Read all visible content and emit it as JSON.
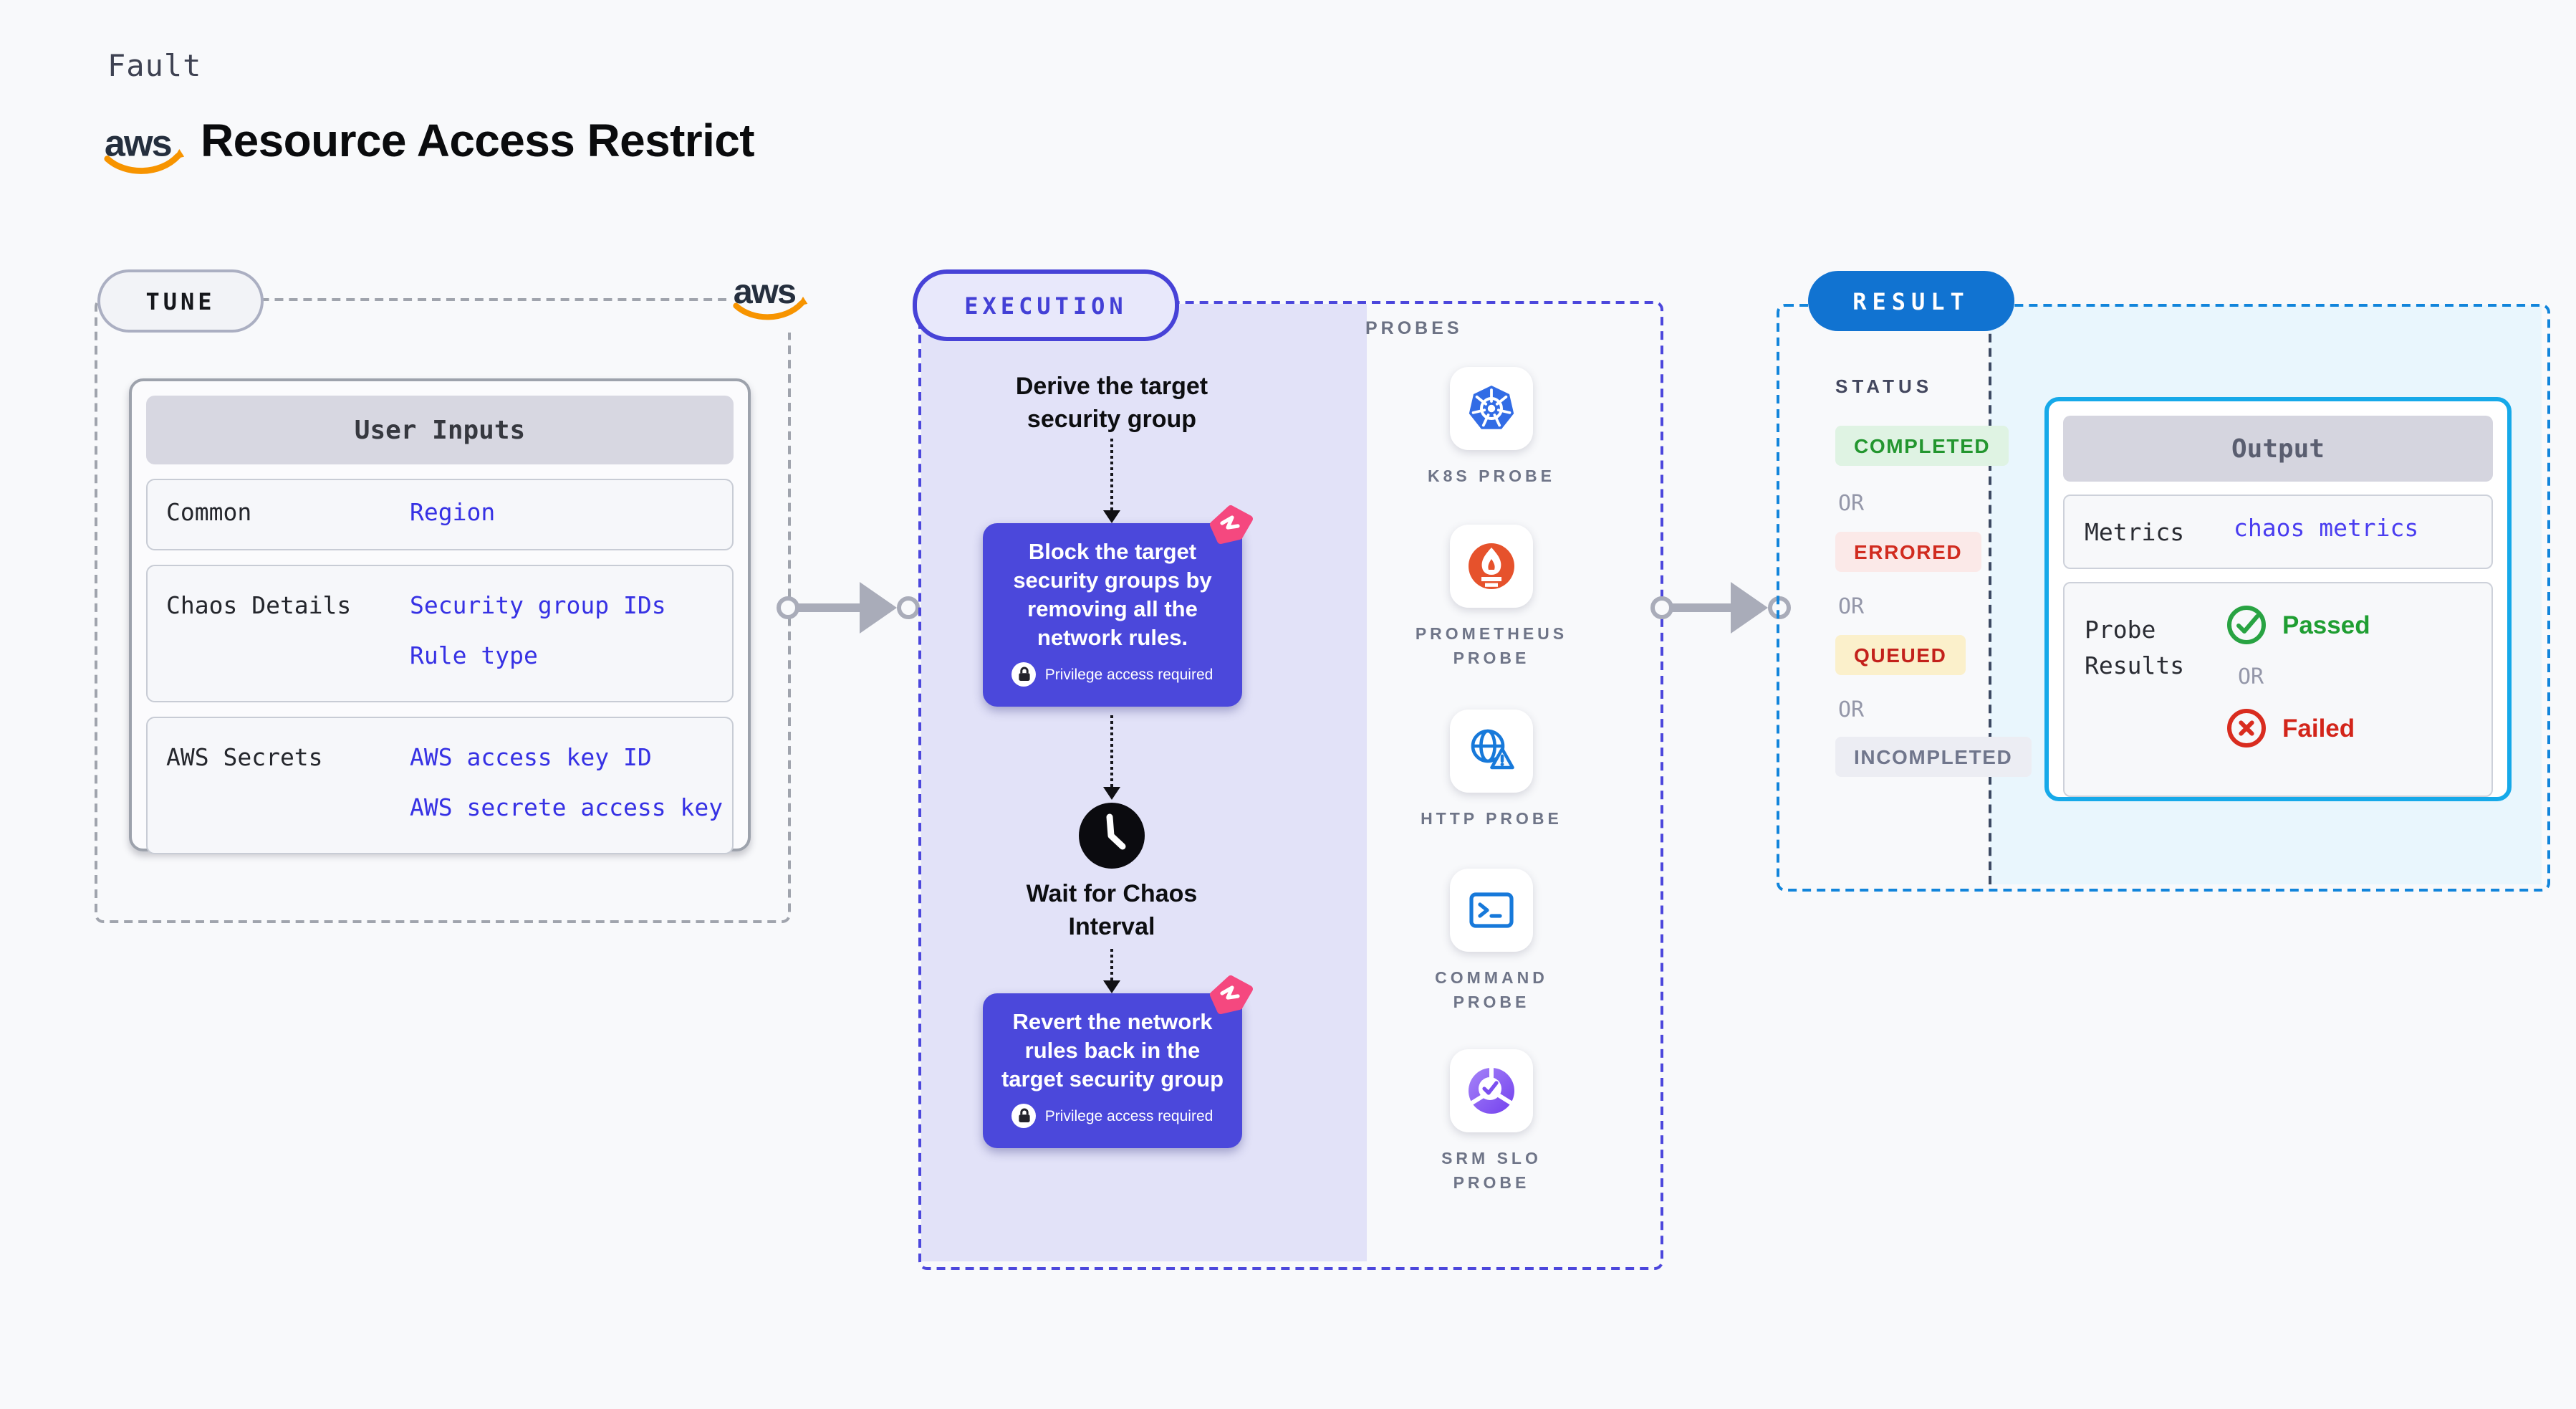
{
  "page": {
    "eyebrow": "Fault",
    "title": "Resource Access Restrict"
  },
  "tune": {
    "badge": "TUNE",
    "table": {
      "header": "User Inputs",
      "rows": [
        {
          "label": "Common",
          "values": [
            "Region"
          ]
        },
        {
          "label": "Chaos Details",
          "values": [
            "Security group IDs",
            "Rule type"
          ]
        },
        {
          "label": "AWS Secrets",
          "values": [
            "AWS access key ID",
            "AWS secrete access key"
          ]
        }
      ]
    }
  },
  "execution": {
    "badge": "EXECUTION",
    "derive_label": "Derive the target\nsecurity group",
    "block1_text": "Block the target security groups by removing all the network rules.",
    "wait_label": "Wait for Chaos\nInterval",
    "block2_text": "Revert the network rules back in the target security group",
    "privilege_label": "Privilege access required"
  },
  "probes": {
    "label": "PROBES",
    "items": [
      {
        "name": "K8S PROBE",
        "icon": "kubernetes-icon"
      },
      {
        "name": "PROMETHEUS PROBE",
        "icon": "prometheus-icon"
      },
      {
        "name": "HTTP PROBE",
        "icon": "http-globe-warning-icon"
      },
      {
        "name": "COMMAND PROBE",
        "icon": "terminal-icon"
      },
      {
        "name": "SRM SLO PROBE",
        "icon": "srm-slo-gauge-check-icon"
      }
    ]
  },
  "result": {
    "badge": "RESULT",
    "status_label": "STATUS",
    "or_label": "OR",
    "statuses": [
      {
        "label": "COMPLETED",
        "type": "completed"
      },
      {
        "label": "ERRORED",
        "type": "errored"
      },
      {
        "label": "QUEUED",
        "type": "queued"
      },
      {
        "label": "INCOMPLETED",
        "type": "incompleted"
      }
    ],
    "output": {
      "header": "Output",
      "metrics_label": "Metrics",
      "metrics_value": "chaos metrics",
      "probe_results_label": "Probe\nResults",
      "passed_label": "Passed",
      "or_label": "OR",
      "failed_label": "Failed"
    }
  },
  "colors": {
    "page_bg": "#F8F9FB",
    "execution_indigo": "#4B48DB",
    "execution_panel": "#E2E2F8",
    "chaos_pink": "#F5487F",
    "result_blue": "#1173D1",
    "result_dash": "#1285DB",
    "output_border": "#16A9E9",
    "output_panel": "#E9F6FD",
    "completed_green": "#23962F",
    "errored_red": "#D12C20",
    "queued_yellow_bg": "#FBF0CB",
    "value_blue": "#3631E4",
    "aws_orange": "#F79400",
    "kubernetes_blue": "#326CE5",
    "prometheus_orange": "#E6522C"
  }
}
